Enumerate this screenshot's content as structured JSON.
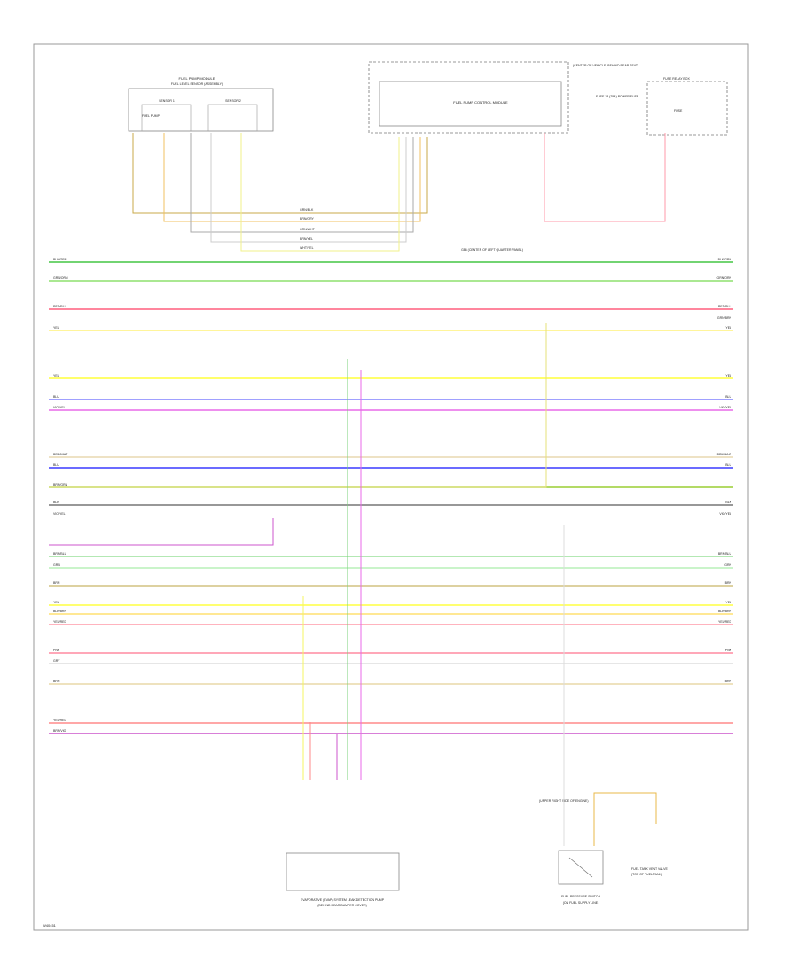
{
  "page_code": "W40451",
  "components": {
    "fuel_pump_module": {
      "title_line1": "FUEL PUMP MODULE",
      "title_line2": "FUEL LEVEL SENSOR (ASSEMBLY)",
      "sensor_1": "SENSOR 1",
      "sensor_2": "SENSOR 2",
      "fuel_pump": "FUEL PUMP"
    },
    "fuel_pump_control_module": {
      "label": "FUEL PUMP CONTROL MODULE",
      "inner": "FUEL PUMP CONTROL MODULE",
      "side_note": "(CENTER OF VEHICLE, BEHIND REAR SEAT)",
      "ground_label": "G86 (CENTER OF LEFT QUARTER PANEL)"
    },
    "fuse": {
      "label": "FUSE RELAY BOX",
      "side": "FUSE 18 (25A) POWER FUSE",
      "inner": "FUSE"
    },
    "evap_sensor": {
      "label": "EVAPORATIVE (EVAP) SYSTEM LEAK DETECTION PUMP",
      "sub": "(BEHIND REAR BUMPER COVER)"
    },
    "fuel_pressure_switch": {
      "label": "FUEL PRESSURE SWITCH",
      "sub": "(ON FUEL SUPPLY LINE)",
      "side": "(UPPER RIGHT SIDE OF ENGINE)"
    },
    "fuel_tank_vent": {
      "label": "FUEL TANK VENT VALVE",
      "sub": "(TOP OF FUEL TANK)"
    }
  },
  "bus_lines": [
    {
      "label_left": "BLK/GRN",
      "label_right": "BLK/GRN",
      "color": "#44c544"
    },
    {
      "label_left": "GRN/ORN",
      "label_right": "GRN/ORN",
      "color": "#8ee06e"
    },
    {
      "label_left": "RED/BLU",
      "label_right": "RED/BLU",
      "color": "#ff5f7d"
    },
    {
      "label_left": "",
      "label_right": "GRN/BRN",
      "color": ""
    },
    {
      "label_left": "YEL",
      "label_right": "YEL",
      "color": "#fff27a"
    },
    {
      "label_left": "YEL",
      "label_right": "YEL",
      "color": "#ffff3a"
    },
    {
      "label_left": "BLU",
      "label_right": "BLU",
      "color": "#8080ff"
    },
    {
      "label_left": "VIO/YEL",
      "label_right": "VIO/YEL",
      "color": "#e86ae8"
    },
    {
      "label_left": "BRN/WHT",
      "label_right": "BRN/WHT",
      "color": "#e8d8b0"
    },
    {
      "label_left": "BLU",
      "label_right": "BLU",
      "color": "#3a3aff"
    },
    {
      "label_left": "BRN/GRN",
      "label_right": "",
      "color": "#9acd32"
    },
    {
      "label_left": "BLK",
      "label_right": "BLK",
      "color": "#777777"
    },
    {
      "label_left": "VIO/YEL",
      "label_right": "VIO/YEL",
      "color": ""
    },
    {
      "label_left": "BRN/BLU",
      "label_right": "BRN/BLU",
      "color": "#9ae09a"
    },
    {
      "label_left": "GRN",
      "label_right": "GRN",
      "color": "#b8f0b8"
    },
    {
      "label_left": "BRN",
      "label_right": "BRN",
      "color": "#d2c280"
    },
    {
      "label_left": "YEL",
      "label_right": "YEL",
      "color": "#ffff40"
    },
    {
      "label_left": "BLK/BRN",
      "label_right": "BLK/BRN",
      "color": "#ffe070"
    },
    {
      "label_left": "YEL/RED",
      "label_right": "YEL/RED",
      "color": "#ff9aa8"
    },
    {
      "label_left": "PNK",
      "label_right": "PNK",
      "color": "#ff8aa0"
    },
    {
      "label_left": "GRY",
      "label_right": "",
      "color": "#dddddd"
    },
    {
      "label_left": "BRN",
      "label_right": "BRN",
      "color": "#e8d8a8"
    },
    {
      "label_left": "YEL/RED",
      "label_right": "",
      "color": "#ff8a8a"
    },
    {
      "label_left": "BRN/VIO",
      "label_right": "",
      "color": "#cc55cc"
    }
  ],
  "top_wires": [
    {
      "label": "GRN/BLK",
      "color": "#c8a84a"
    },
    {
      "label": "BRN/GRY",
      "color": "#f0c060"
    },
    {
      "label": "GRN/WHT",
      "color": "#aaaaaa"
    },
    {
      "label": "BRN/YEL",
      "color": "#cccccc"
    },
    {
      "label": "WHT/YEL",
      "color": "#f2f28a"
    }
  ]
}
